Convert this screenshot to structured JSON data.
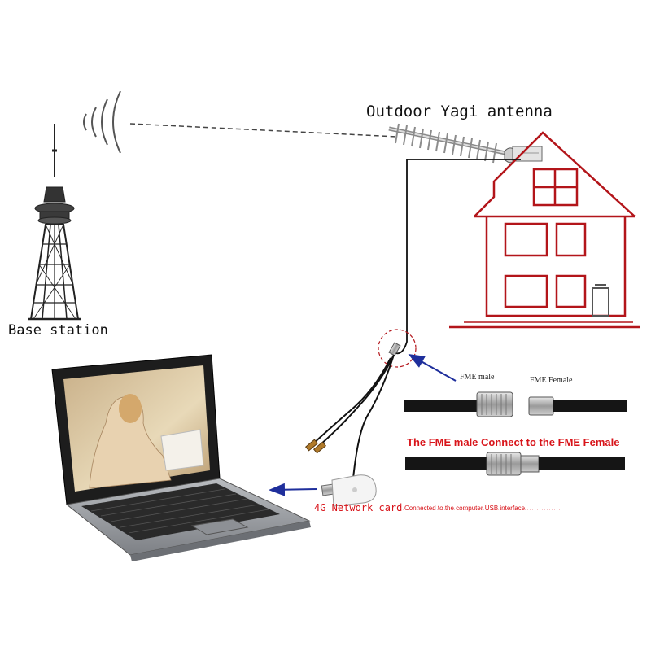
{
  "labels": {
    "yagi_antenna": "Outdoor Yagi antenna",
    "base_station": "Base station",
    "fme_male": "FME male",
    "fme_female": "FME Female",
    "connect_note": "The FME male Connect to the FME Female",
    "network_card": "4G Network card",
    "usb_note": "Connected to the computer USB interface"
  },
  "icons": {
    "tower": "tower-icon",
    "antenna": "yagi-antenna-icon",
    "house": "house-icon",
    "laptop": "laptop-icon",
    "modem": "usb-modem-icon",
    "cable": "cable-connector-icon"
  },
  "colors": {
    "house_outline": "#b3151a",
    "label_red": "#d8141a",
    "arrow_blue": "#1f2f9c",
    "cable": "#111111"
  }
}
